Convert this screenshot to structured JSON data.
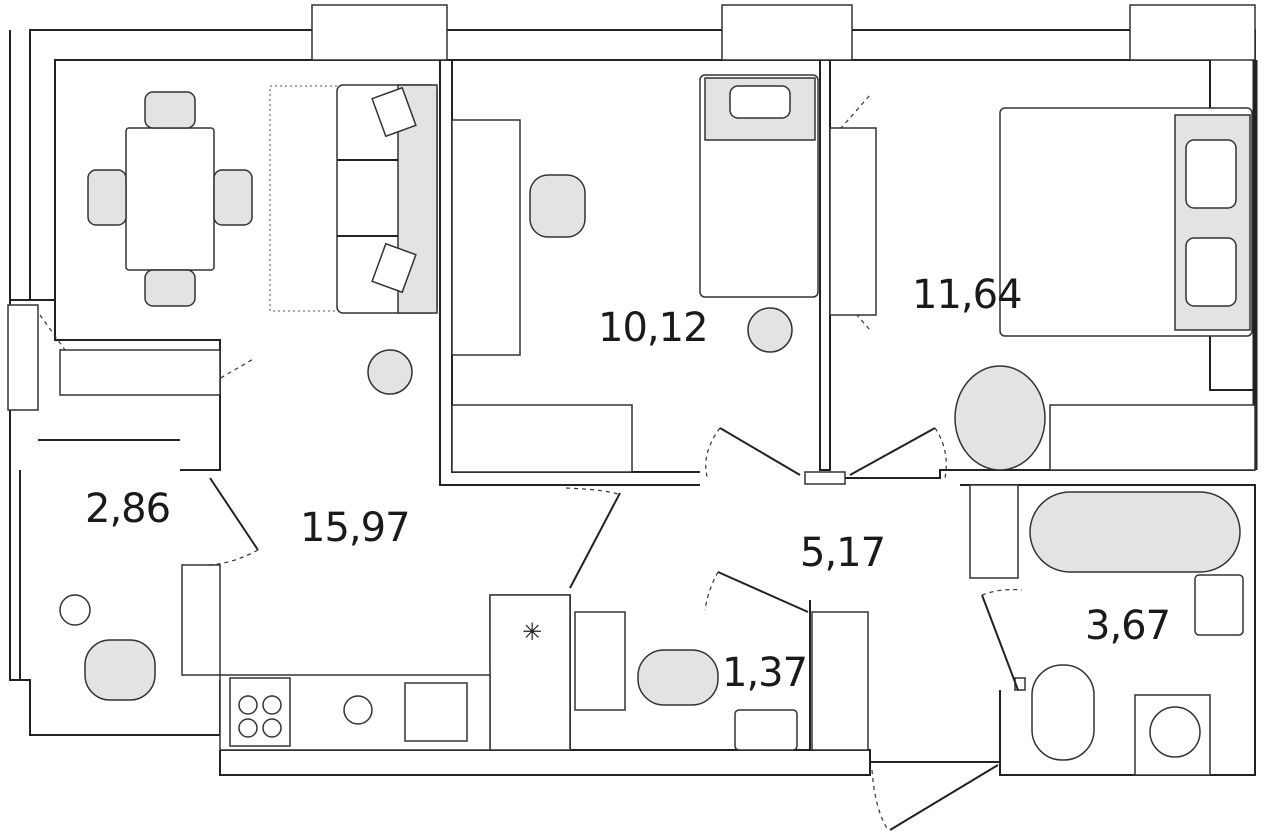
{
  "plan": {
    "rooms": [
      {
        "id": "living-kitchen",
        "area": "15,97"
      },
      {
        "id": "bedroom-small",
        "area": "10,12"
      },
      {
        "id": "bedroom-large",
        "area": "11,64"
      },
      {
        "id": "hall",
        "area": "5,17"
      },
      {
        "id": "bathroom",
        "area": "3,67"
      },
      {
        "id": "toilet",
        "area": "1,37"
      },
      {
        "id": "loggia",
        "area": "2,86"
      }
    ],
    "colors": {
      "wall": "#222222",
      "furniture_fill": "#e3e3e3",
      "background": "#ffffff"
    }
  }
}
